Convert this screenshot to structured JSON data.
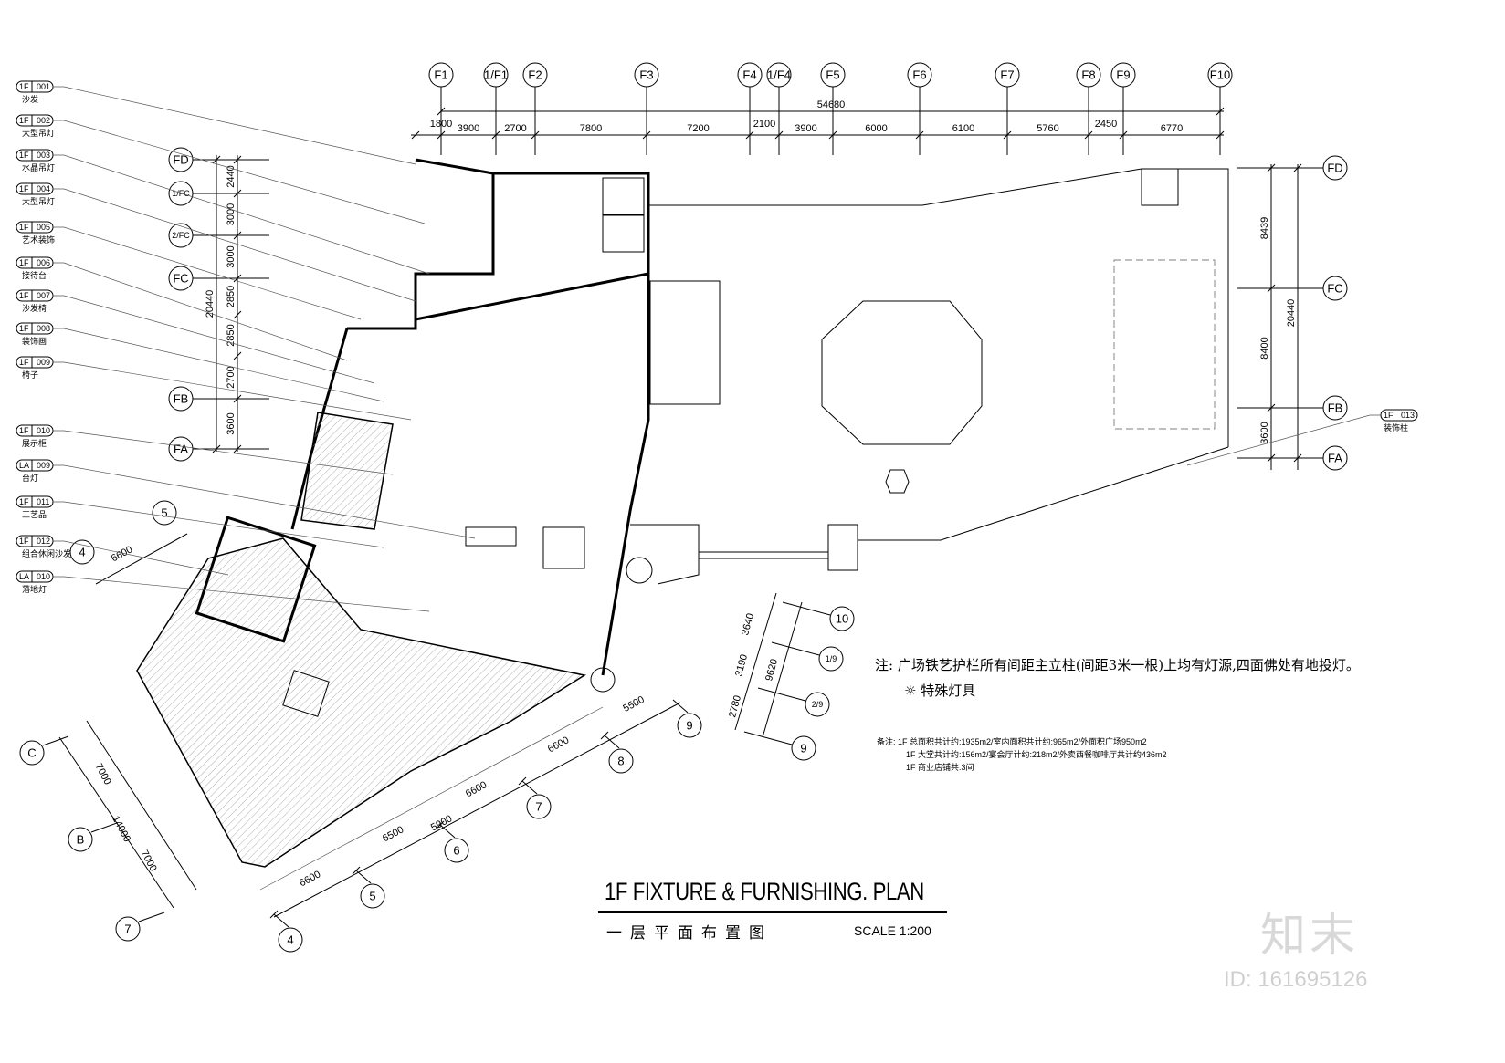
{
  "title": "1F FIXTURE & FURNISHING. PLAN",
  "subtitle": "一层平面布置图",
  "scale": "SCALE   1:200",
  "note": "注: 广场铁艺护栏所有间距主立柱(间距3米一根)上均有灯源,四面佛处有地投灯。",
  "legend_symbol": {
    "icon": "sun-lamp-icon",
    "label": "特殊灯具"
  },
  "remarks": [
    "备注: 1F 总面积共计约:1935m2/室内面积共计约:965m2/外面积广场950m2",
    "1F 大堂共计约:156m2/宴会厅计约:218m2/外卖西餐咖啡厅共计约436m2",
    "1F 商业店铺共:3间"
  ],
  "watermark": "知末",
  "watermark_id": "ID: 161695126",
  "tags": [
    {
      "a": "1F",
      "b": "001",
      "label": "沙发"
    },
    {
      "a": "1F",
      "b": "002",
      "label": "大型吊灯"
    },
    {
      "a": "1F",
      "b": "003",
      "label": "水晶吊灯"
    },
    {
      "a": "1F",
      "b": "004",
      "label": "大型吊灯"
    },
    {
      "a": "1F",
      "b": "005",
      "label": "艺术装饰"
    },
    {
      "a": "1F",
      "b": "006",
      "label": "接待台"
    },
    {
      "a": "1F",
      "b": "007",
      "label": "沙发椅"
    },
    {
      "a": "1F",
      "b": "008",
      "label": "装饰画"
    },
    {
      "a": "1F",
      "b": "009",
      "label": "椅子"
    },
    {
      "a": "1F",
      "b": "010",
      "label": "展示柜"
    },
    {
      "a": "LA",
      "b": "009",
      "label": "台灯"
    },
    {
      "a": "1F",
      "b": "011",
      "label": "工艺品"
    },
    {
      "a": "1F",
      "b": "012",
      "label": "组合休闲沙发"
    },
    {
      "a": "LA",
      "b": "010",
      "label": "落地灯"
    }
  ],
  "tag_right": {
    "a": "1F",
    "b": "013",
    "label": "装饰柱"
  },
  "top_axes": [
    "F1",
    "1/F1",
    "F2",
    "F3",
    "F4",
    "1/F4",
    "F5",
    "F6",
    "F7",
    "F8",
    "F9",
    "F10"
  ],
  "top_total": "54680",
  "top_dims": [
    "1800",
    "3900",
    "2700",
    "7800",
    "7200",
    "2100",
    "3900",
    "6000",
    "6100",
    "5760",
    "2450",
    "6770"
  ],
  "left_axes": [
    "FD",
    "1/FC",
    "2/FC",
    "FC",
    "FB",
    "FA"
  ],
  "left_dims": [
    "2440",
    "3000",
    "3000",
    "2850",
    "2850",
    "2700",
    "3600"
  ],
  "left_total": "20440",
  "right_axes": [
    "FD",
    "FC",
    "FB",
    "FA"
  ],
  "right_dims": [
    "8439",
    "8400",
    "3600"
  ],
  "right_total": "20440",
  "bottom_axes": [
    "4",
    "5",
    "6",
    "7",
    "8",
    "9"
  ],
  "bottom_dims": [
    "6600",
    "6500",
    "6600",
    "6600",
    "5500"
  ],
  "bottom_extra": "5900",
  "side_axes": [
    "C",
    "B",
    "7"
  ],
  "side_dims": [
    "7000",
    "7000"
  ],
  "side_total": "14000",
  "mid_axes": [
    "10",
    "1/9",
    "2/9",
    "9"
  ],
  "mid_dims": [
    "3640",
    "3190",
    "2780"
  ],
  "mid_total": "9620",
  "ul_axes": [
    "5",
    "4"
  ],
  "ul_dim": "6600"
}
